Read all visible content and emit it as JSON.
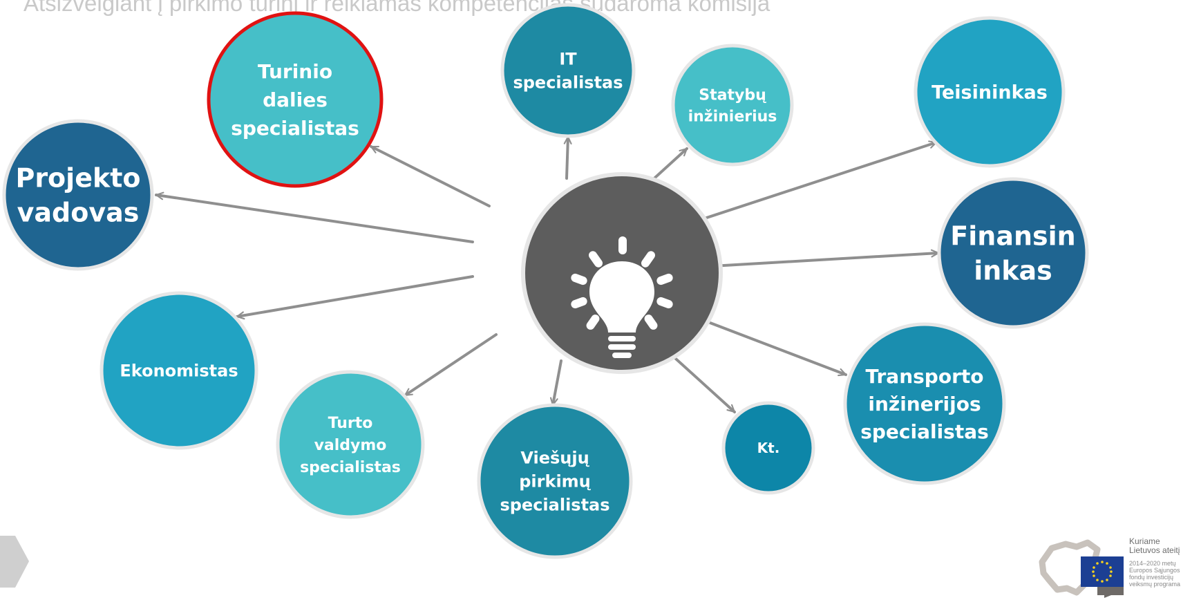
{
  "subtitle": "Atsižvelgiant į pirkimo turinį ir reikiamas kompetencijas sudaroma komisija",
  "center": {
    "icon": "lightbulb-icon"
  },
  "nodes": [
    {
      "id": "projekto-vadovas",
      "lines": [
        "Projekto",
        "vadovas"
      ],
      "color": "#1f6591",
      "highlight": false
    },
    {
      "id": "turinio-dalies-specialistas",
      "lines": [
        "Turinio",
        "dalies",
        "specialistas"
      ],
      "color": "#46bfc8",
      "highlight": true
    },
    {
      "id": "it-specialistas",
      "lines": [
        "IT",
        "specialistas"
      ],
      "color": "#1e8aa3",
      "highlight": false
    },
    {
      "id": "statybu-inzinierius",
      "lines": [
        "Statybų",
        "inžinierius"
      ],
      "color": "#46bfc8",
      "highlight": false
    },
    {
      "id": "teisininkas",
      "lines": [
        "Teisininkas"
      ],
      "color": "#21a3c3",
      "highlight": false
    },
    {
      "id": "finansininkas",
      "lines": [
        "Finansin",
        "inkas"
      ],
      "color": "#1f6591",
      "highlight": false
    },
    {
      "id": "transporto-inzinerijos-specialistas",
      "lines": [
        "Transporto",
        "inžinerijos",
        "specialistas"
      ],
      "color": "#1a8eaf",
      "highlight": false
    },
    {
      "id": "kt",
      "lines": [
        "Kt."
      ],
      "color": "#0d86a8",
      "highlight": false
    },
    {
      "id": "viesuju-pirkimu-specialistas",
      "lines": [
        "Viešųjų",
        "pirkimų",
        "specialistas"
      ],
      "color": "#1e8aa3",
      "highlight": false
    },
    {
      "id": "turto-valdymo-specialistas",
      "lines": [
        "Turto",
        "valdymo",
        "specialistas"
      ],
      "color": "#46bfc8",
      "highlight": false
    },
    {
      "id": "ekonomistas",
      "lines": [
        "Ekonomistas"
      ],
      "color": "#21a3c3",
      "highlight": false
    }
  ],
  "logo": {
    "line1": "Kuriame",
    "line2": "Lietuvos ateitį",
    "line3": "2014–2020 metų",
    "line4": "Europos Sąjungos",
    "line5": "fondų investicijų",
    "line6": "veiksmų programa"
  }
}
